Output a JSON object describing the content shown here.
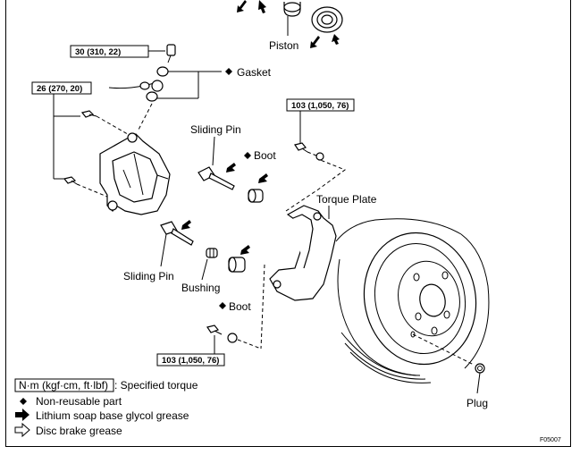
{
  "labels": {
    "piston": "Piston",
    "gasket": "Gasket",
    "sliding_pin_top": "Sliding Pin",
    "boot_top": "Boot",
    "torque_plate": "Torque Plate",
    "sliding_pin_bottom": "Sliding Pin",
    "bushing": "Bushing",
    "boot_bottom": "Boot",
    "plug": "Plug"
  },
  "torques": {
    "bleeder": "30 (310, 22)",
    "caliper_bolt": "26 (270, 20)",
    "torque_plate_upper": "103 (1,050, 76)",
    "torque_plate_lower": "103 (1,050, 76)"
  },
  "legend": {
    "unit_box": "N·m (kgf·cm, ft·lbf)",
    "unit_desc": ": Specified torque",
    "non_reusable": "Non-reusable part",
    "lithium_grease": "Lithium soap base glycol grease",
    "disc_grease": "Disc brake grease"
  },
  "figure_code": "F05007"
}
